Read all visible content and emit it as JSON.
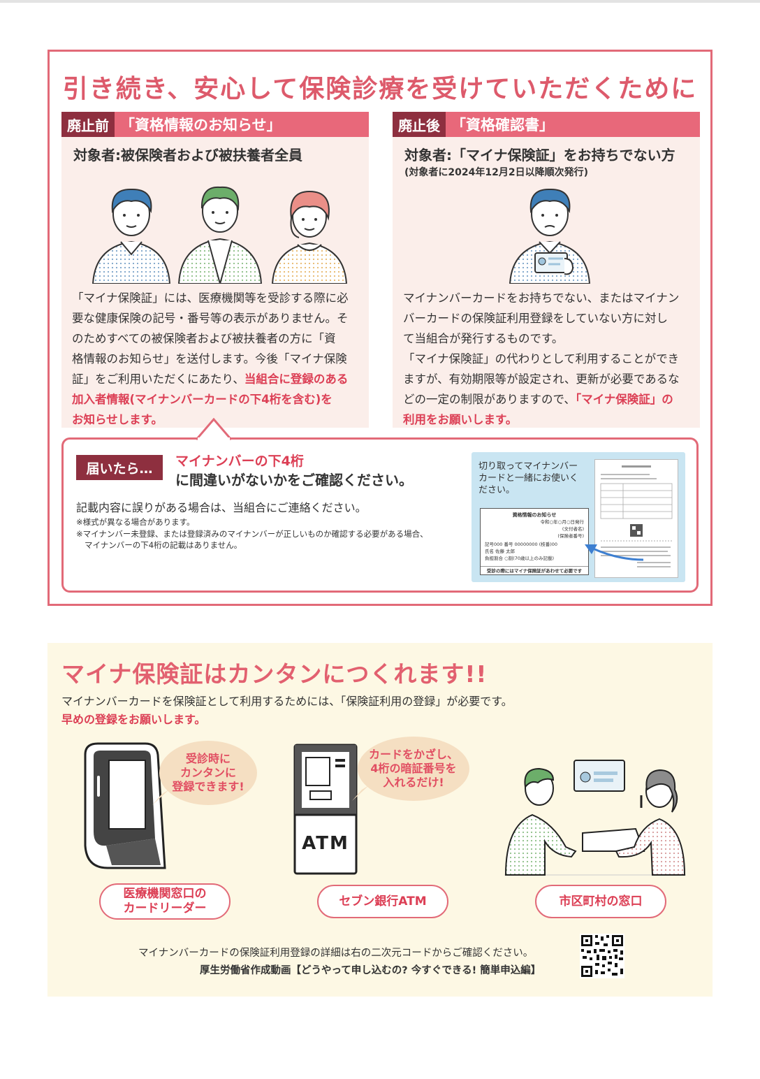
{
  "header": {
    "title": "引き続き、安心して保険診療を受けていただくために"
  },
  "before": {
    "tag": "廃止前",
    "name": "「資格情報のお知らせ」",
    "target": "対象者:被保険者および被扶養者全員",
    "lines": [
      "「マイナ保険証」には、医療機関等を受診する際に必",
      "要な健康保険の記号・番号等の表示がありません。そ",
      "のためすべての被保険者および被扶養者の方に「資",
      "格情報のお知らせ」を送付します。今後「マイナ保険",
      "証」をご利用いただくにあたり、"
    ],
    "red_1": "当組合に登録のある",
    "red_2": "加入者情報(マイナンバーカードの下4桁を含む)を",
    "red_3": "お知らせします。"
  },
  "after": {
    "tag": "廃止後",
    "name": "「資格確認書」",
    "target": "対象者:「マイナ保険証」をお持ちでない方",
    "note": "(対象者に2024年12月2日以降順次発行)",
    "lines": [
      "マイナンバーカードをお持ちでない、またはマイナン",
      "バーカードの保険証利用登録をしていない方に対し",
      "て当組合が発行するものです。",
      "「マイナ保険証」の代わりとして利用することができ",
      "ますが、有効期限等が設定され、更新が必要であるな"
    ],
    "line_6": "どの一定の制限がありますので、",
    "red_1": "「マイナ保険証」の",
    "red_2": "利用をお願いします。"
  },
  "notice": {
    "tag": "届いたら…",
    "headline_red": "マイナンバーの下4桁",
    "headline": "に間違いがないかをご確認ください。",
    "body": "記載内容に誤りがある場合は、当組合にご連絡ください。",
    "note_1": "※様式が異なる場合があります。",
    "note_2": "※マイナンバー未登録、または登録済みのマイナンバーが正しいものか確認する必要がある場合、",
    "note_3": "マイナンバーの下4桁の記載はありません。",
    "sample": {
      "caption": "切り取ってマイナンバーカードと一緒にお使いください。",
      "slip_title": "資格情報のお知らせ",
      "slip_date": "令和○年○月○日発行",
      "slip_issuer": "(文付者名)",
      "slip_insurer": "(保険者番号)",
      "slip_row1": "記号000 番号 00000000 (枝番)00",
      "slip_row2": "氏名 佐藤 太郎",
      "slip_row3": "負担割合 ○割(70歳以上のみ記載)",
      "slip_footer": "受診の際にはマイナ保険証があわせて必要です"
    }
  },
  "howto": {
    "title": "マイナ保険証はカンタンにつくれます!!",
    "line_1": "マイナンバーカードを保険証として利用するためには、「保険証利用の登録」が必要です。",
    "line_2": "早めの登録をお願いします。",
    "bubble_1": "受診時に\nカンタンに\n登録できます!",
    "bubble_2": "カードをかざし、\n4桁の暗証番号を\n入れるだけ!",
    "atm_label": "ATM",
    "method_1": "医療機関窓口の\nカードリーダー",
    "method_2": "セブン銀行ATM",
    "method_3": "市区町村の窓口",
    "footer_1": "マイナンバーカードの保険証利用登録の詳細は右の二次元コードからご確認ください。",
    "footer_2": "厚生労働省作成動画【どうやって申し込むの? 今すぐできる! 簡単申込編】"
  }
}
